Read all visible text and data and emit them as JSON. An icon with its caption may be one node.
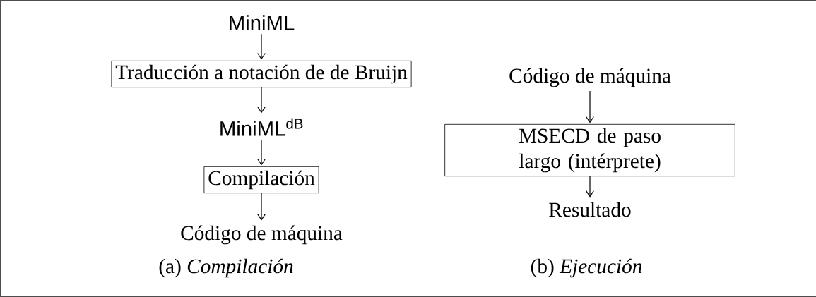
{
  "diagram": {
    "nodes": [
      {
        "text": [
          "MiniML"
        ]
      },
      {
        "text": [
          "Traducción a notación de de Bruijn"
        ]
      },
      {
        "text": [
          "MiniML$^{dB}$"
        ]
      },
      {
        "text": [
          "Compilación"
        ]
      },
      {
        "text": [
          "Código de máquina"
        ]
      },
      {
        "text": [
          "Código de máquina"
        ]
      },
      {
        "text": [
          "MSECD de paso largo (intérprete)"
        ]
      },
      {
        "text": [
          "Resultado"
        ]
      }
    ],
    "edges": [
      {
        "from": 0,
        "to": 1,
        "arrow": "to"
      },
      {
        "from": 1,
        "to": 2,
        "arrow": "to"
      },
      {
        "from": 2,
        "to": 3,
        "arrow": "to"
      },
      {
        "from": 3,
        "to": 4,
        "arrow": "to"
      },
      {
        "from": 5,
        "to": 6,
        "arrow": "to"
      },
      {
        "from": 6,
        "to": 7,
        "arrow": "to"
      }
    ],
    "labels": [
      "(a) *Compilación*",
      "(b) *Ejecución*"
    ]
  }
}
